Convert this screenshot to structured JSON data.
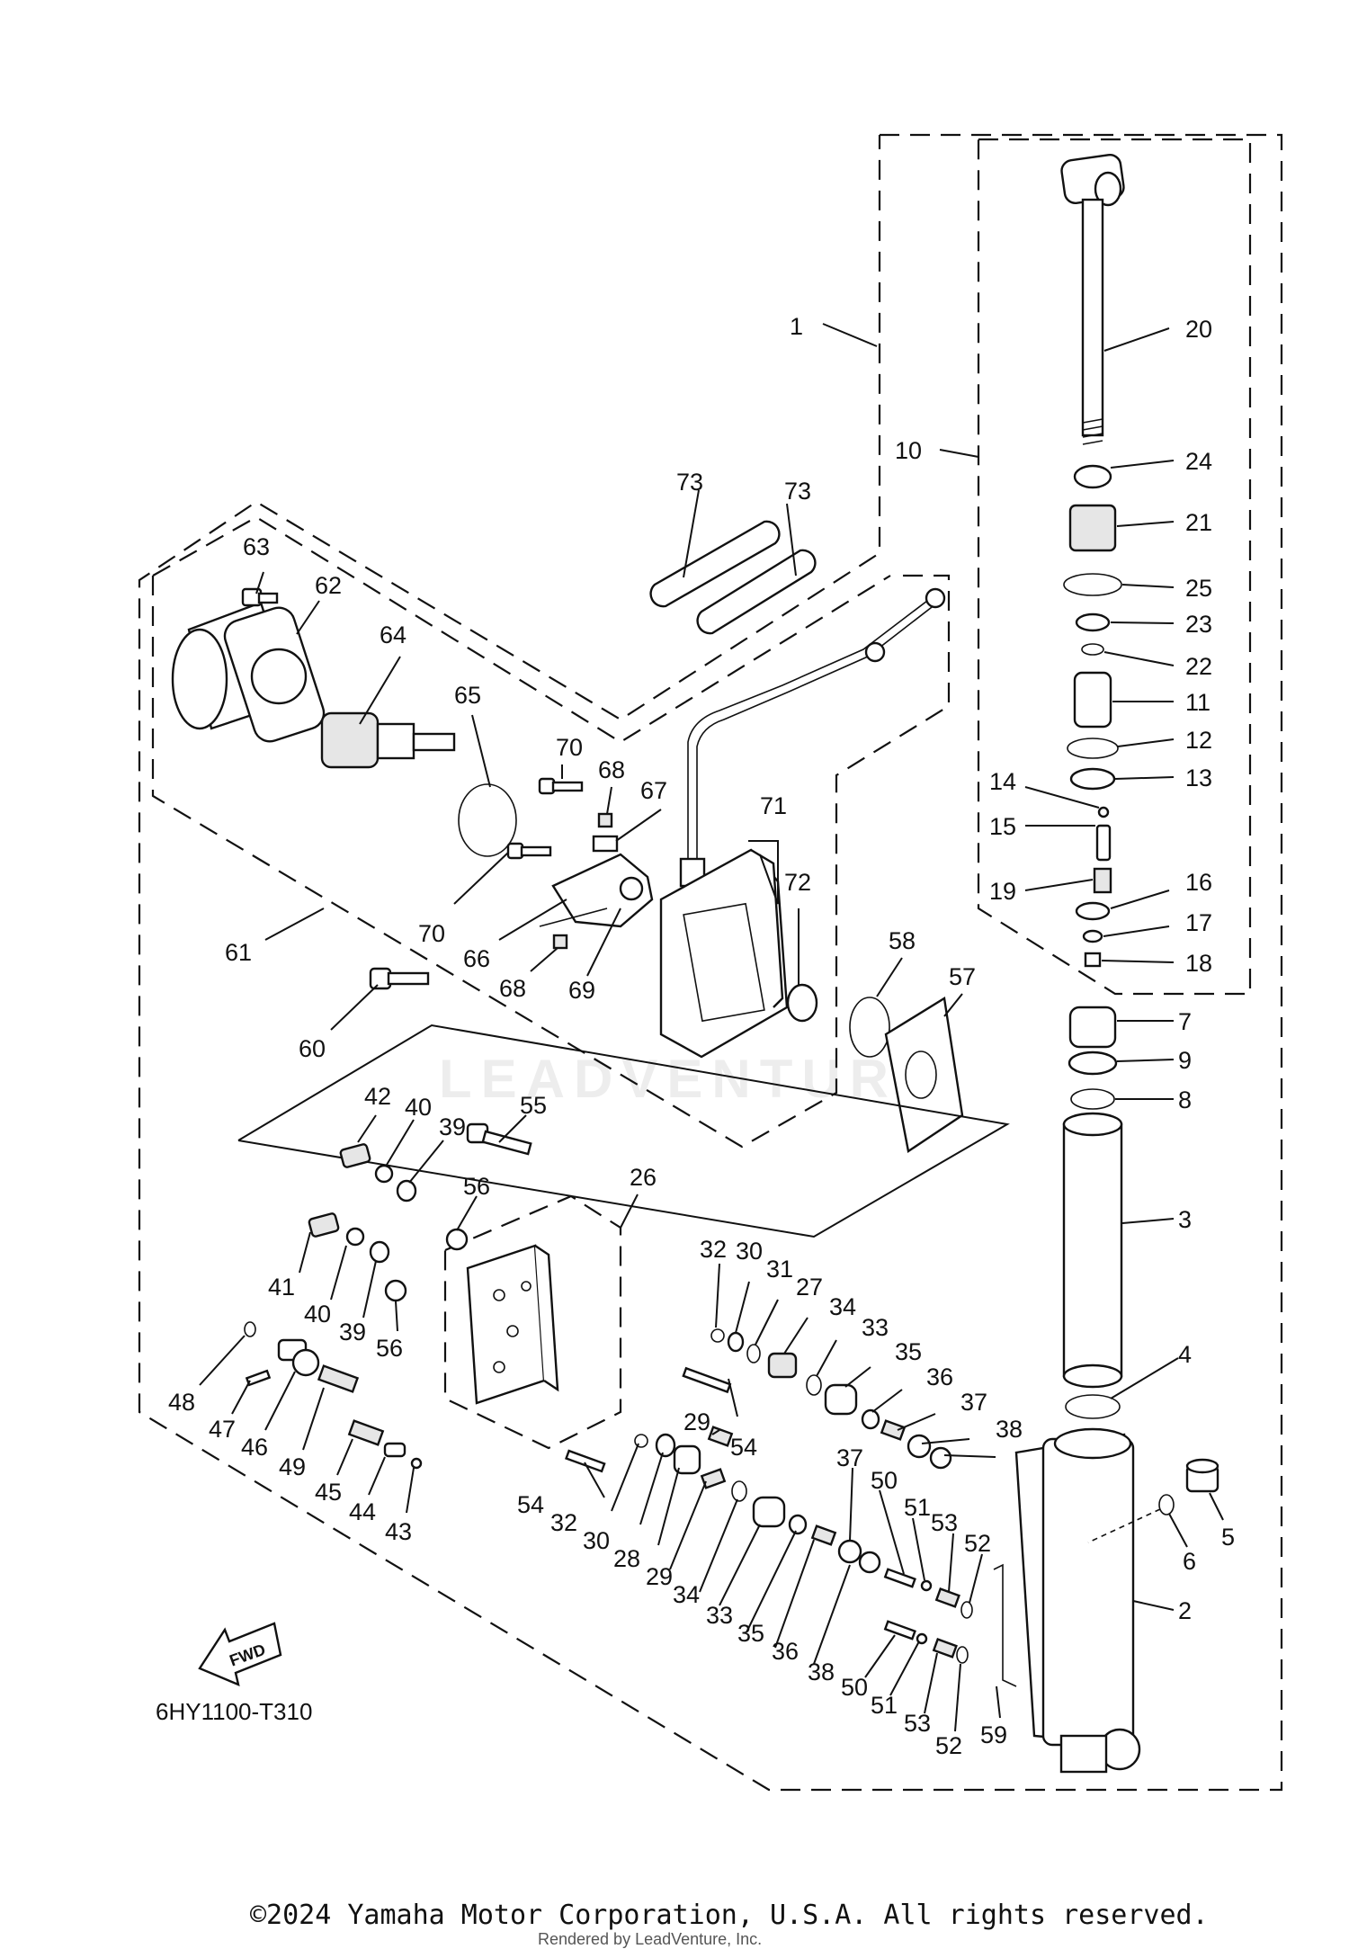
{
  "diagram": {
    "drawing_code": "6HY1100-T310",
    "fwd_label": "FWD",
    "watermark": "LEADVENTURE",
    "copyright": "©2024 Yamaha Motor Corporation, U.S.A. All rights reserved.",
    "rendered_by": "Rendered by LeadVenture, Inc.",
    "callouts": [
      {
        "id": "c1",
        "label": "1"
      },
      {
        "id": "c2",
        "label": "2"
      },
      {
        "id": "c3",
        "label": "3"
      },
      {
        "id": "c4",
        "label": "4"
      },
      {
        "id": "c5",
        "label": "5"
      },
      {
        "id": "c6",
        "label": "6"
      },
      {
        "id": "c7",
        "label": "7"
      },
      {
        "id": "c8",
        "label": "8"
      },
      {
        "id": "c9",
        "label": "9"
      },
      {
        "id": "c10",
        "label": "10"
      },
      {
        "id": "c11",
        "label": "11"
      },
      {
        "id": "c12",
        "label": "12"
      },
      {
        "id": "c13",
        "label": "13"
      },
      {
        "id": "c14",
        "label": "14"
      },
      {
        "id": "c15",
        "label": "15"
      },
      {
        "id": "c16",
        "label": "16"
      },
      {
        "id": "c17",
        "label": "17"
      },
      {
        "id": "c18",
        "label": "18"
      },
      {
        "id": "c19",
        "label": "19"
      },
      {
        "id": "c20",
        "label": "20"
      },
      {
        "id": "c21",
        "label": "21"
      },
      {
        "id": "c22",
        "label": "22"
      },
      {
        "id": "c23",
        "label": "23"
      },
      {
        "id": "c24",
        "label": "24"
      },
      {
        "id": "c25",
        "label": "25"
      },
      {
        "id": "c26",
        "label": "26"
      },
      {
        "id": "c27",
        "label": "27"
      },
      {
        "id": "c28",
        "label": "28"
      },
      {
        "id": "c29a",
        "label": "29"
      },
      {
        "id": "c29b",
        "label": "29"
      },
      {
        "id": "c30a",
        "label": "30"
      },
      {
        "id": "c30b",
        "label": "30"
      },
      {
        "id": "c31",
        "label": "31"
      },
      {
        "id": "c32a",
        "label": "32"
      },
      {
        "id": "c32b",
        "label": "32"
      },
      {
        "id": "c33a",
        "label": "33"
      },
      {
        "id": "c33b",
        "label": "33"
      },
      {
        "id": "c34a",
        "label": "34"
      },
      {
        "id": "c34b",
        "label": "34"
      },
      {
        "id": "c35a",
        "label": "35"
      },
      {
        "id": "c35b",
        "label": "35"
      },
      {
        "id": "c36a",
        "label": "36"
      },
      {
        "id": "c36b",
        "label": "36"
      },
      {
        "id": "c37a",
        "label": "37"
      },
      {
        "id": "c37b",
        "label": "37"
      },
      {
        "id": "c38a",
        "label": "38"
      },
      {
        "id": "c38b",
        "label": "38"
      },
      {
        "id": "c39a",
        "label": "39"
      },
      {
        "id": "c39b",
        "label": "39"
      },
      {
        "id": "c40a",
        "label": "40"
      },
      {
        "id": "c40b",
        "label": "40"
      },
      {
        "id": "c41",
        "label": "41"
      },
      {
        "id": "c42",
        "label": "42"
      },
      {
        "id": "c43",
        "label": "43"
      },
      {
        "id": "c44",
        "label": "44"
      },
      {
        "id": "c45",
        "label": "45"
      },
      {
        "id": "c46",
        "label": "46"
      },
      {
        "id": "c47",
        "label": "47"
      },
      {
        "id": "c48",
        "label": "48"
      },
      {
        "id": "c49",
        "label": "49"
      },
      {
        "id": "c50a",
        "label": "50"
      },
      {
        "id": "c50b",
        "label": "50"
      },
      {
        "id": "c51a",
        "label": "51"
      },
      {
        "id": "c51b",
        "label": "51"
      },
      {
        "id": "c52a",
        "label": "52"
      },
      {
        "id": "c52b",
        "label": "52"
      },
      {
        "id": "c53a",
        "label": "53"
      },
      {
        "id": "c53b",
        "label": "53"
      },
      {
        "id": "c54a",
        "label": "54"
      },
      {
        "id": "c54b",
        "label": "54"
      },
      {
        "id": "c55",
        "label": "55"
      },
      {
        "id": "c56a",
        "label": "56"
      },
      {
        "id": "c56b",
        "label": "56"
      },
      {
        "id": "c57",
        "label": "57"
      },
      {
        "id": "c58",
        "label": "58"
      },
      {
        "id": "c59",
        "label": "59"
      },
      {
        "id": "c60",
        "label": "60"
      },
      {
        "id": "c61",
        "label": "61"
      },
      {
        "id": "c62",
        "label": "62"
      },
      {
        "id": "c63",
        "label": "63"
      },
      {
        "id": "c64",
        "label": "64"
      },
      {
        "id": "c65",
        "label": "65"
      },
      {
        "id": "c66",
        "label": "66"
      },
      {
        "id": "c67",
        "label": "67"
      },
      {
        "id": "c68a",
        "label": "68"
      },
      {
        "id": "c68b",
        "label": "68"
      },
      {
        "id": "c69",
        "label": "69"
      },
      {
        "id": "c70a",
        "label": "70"
      },
      {
        "id": "c70b",
        "label": "70"
      },
      {
        "id": "c71",
        "label": "71"
      },
      {
        "id": "c72",
        "label": "72"
      },
      {
        "id": "c73a",
        "label": "73"
      },
      {
        "id": "c73b",
        "label": "73"
      }
    ]
  }
}
